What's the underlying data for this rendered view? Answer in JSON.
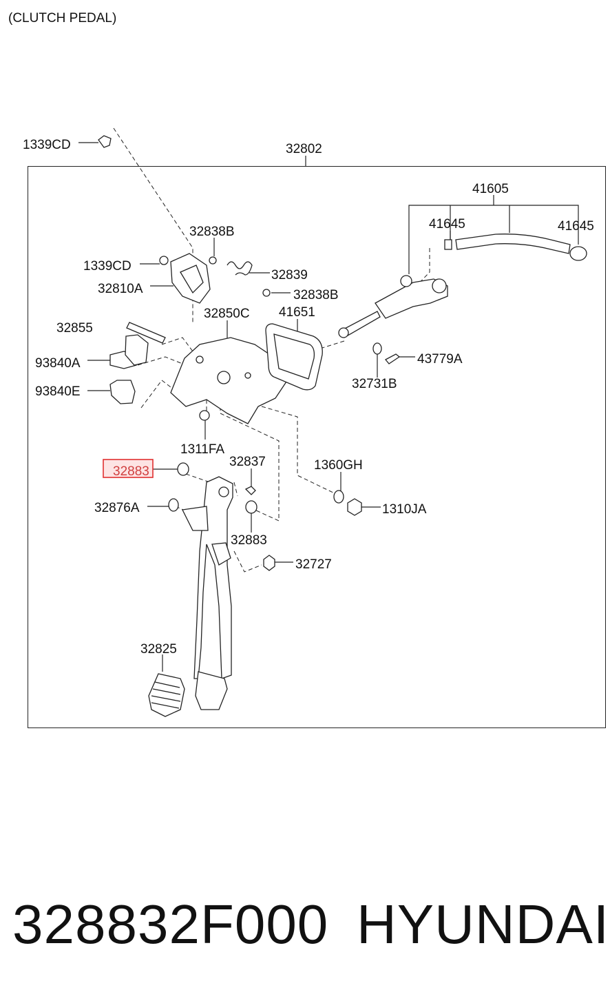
{
  "header": {
    "title": "(CLUTCH PEDAL)"
  },
  "callouts": {
    "c1339cd_top": "1339CD",
    "c32802": "32802",
    "c41605": "41605",
    "c41645_left": "41645",
    "c41645_right": "41645",
    "c32838b_top": "32838B",
    "c1339cd_mid": "1339CD",
    "c32839": "32839",
    "c32810a": "32810A",
    "c32838b_right": "32838B",
    "c32850c": "32850C",
    "c41651": "41651",
    "c32855": "32855",
    "c93840a": "93840A",
    "c43779a": "43779A",
    "c32731b": "32731B",
    "c93840e": "93840E",
    "c1311fa": "1311FA",
    "c32837": "32837",
    "c1360gh": "1360GH",
    "c32883_highlight": "32883",
    "c32876a": "32876A",
    "c1310ja": "1310JA",
    "c32883_lower": "32883",
    "c32727": "32727",
    "c32825": "32825"
  },
  "highlight": {
    "color": "#e03030",
    "fill": "#fde4e4"
  },
  "footer": {
    "part_number": "328832F000",
    "brand": "HYUNDAI"
  }
}
